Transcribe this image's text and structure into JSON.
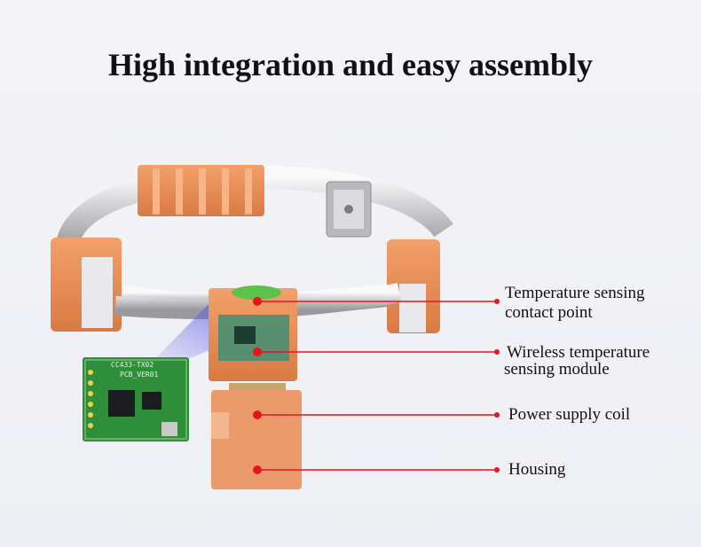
{
  "title": "High integration and easy assembly",
  "pcb_label_1": "CC433-TX02",
  "pcb_label_2": "PCB_VER01",
  "callouts": [
    {
      "line1": "Temperature sensing",
      "line2": "contact point"
    },
    {
      "line1": "Wireless temperature",
      "line2": "sensing module"
    },
    {
      "line1": "Power supply coil",
      "line2": ""
    },
    {
      "line1": "Housing",
      "line2": ""
    }
  ],
  "colors": {
    "accent": "#e8141c",
    "housing": "#e88f58",
    "pcb": "#2e8f3a"
  }
}
